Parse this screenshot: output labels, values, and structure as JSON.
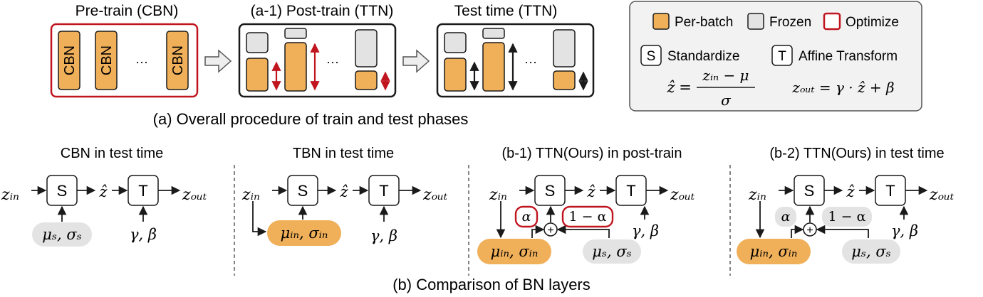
{
  "colors": {
    "per_batch": "#f0b05a",
    "frozen": "#e3e3e3",
    "optimize": "#c0151f",
    "stroke": "#1a1a1a",
    "panel_bg": "#f2f2f2"
  },
  "part_a": {
    "pretrain_title": "Pre-train (CBN)",
    "posttrain_title": "(a-1) Post-train (TTN)",
    "testtime_title": "Test time (TTN)",
    "cbn_label": "CBN",
    "ellipsis": "···",
    "caption": "(a) Overall procedure of train and test phases"
  },
  "legend": {
    "per_batch": "Per-batch",
    "frozen": "Frozen",
    "optimize": "Optimize",
    "s_symbol": "S",
    "s_label": "Standardize",
    "t_symbol": "T",
    "t_label": "Affine Transform",
    "zhat": "ẑ",
    "eq_equals": "=",
    "s_numerator": "zᵢₙ − μ",
    "s_denominator": "σ",
    "t_equation": "zₒᵤₜ = γ · ẑ + β"
  },
  "part_b": {
    "cbn_title": "CBN in test time",
    "tbn_title": "TBN in test time",
    "b1_title": "(b-1) TTN(Ours) in post-train",
    "b2_title": "(b-2) TTN(Ours) in test time",
    "z_in": "zᵢₙ",
    "z_out": "zₒᵤₜ",
    "z_hat": "ẑ",
    "s": "S",
    "t": "T",
    "mu_s_sigma_s": "μₛ, σₛ",
    "mu_in_sigma_in": "μᵢₙ, σᵢₙ",
    "gamma_beta": "γ, β",
    "alpha": "α",
    "one_minus_alpha": "1 − α",
    "plus": "+",
    "caption": "(b) Comparison of BN layers"
  }
}
